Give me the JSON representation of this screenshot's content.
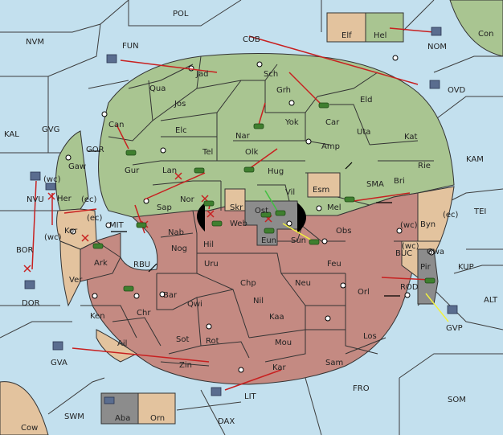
{
  "colors": {
    "sea": "#c3e0ee",
    "north_land": "#a9c591",
    "south_land": "#c48a82",
    "neutral_land": "#e3c39e",
    "dark_land": "#8c8c8c",
    "order_arrow": "#c82020",
    "support_arrow_green": "#40c040",
    "support_arrow_yellow": "#f0f040",
    "army_green": "#3f7f2f",
    "fleet_blue": "#5a6d8f"
  },
  "labels": {
    "POL": "POL",
    "COB": "COB",
    "NVM": "NVM",
    "FUN": "FUN",
    "KAL": "KAL",
    "GVG": "GVG",
    "GOR": "GOR",
    "NOM": "NOM",
    "OVD": "OVD",
    "Con": "Con",
    "Elf": "Elf",
    "Hel": "Hel",
    "Jad": "Jad",
    "Sch": "Sch",
    "Qua": "Qua",
    "Jos": "Jos",
    "Grh": "Grh",
    "Eld": "Eld",
    "Can": "Can",
    "Elc": "Elc",
    "Nar": "Nar",
    "Yok": "Yok",
    "Car": "Car",
    "Uta": "Uta",
    "Kat": "Kat",
    "Gur": "Gur",
    "Tel": "Tel",
    "Olk": "Olk",
    "Amp": "Amp",
    "Rie": "Rie",
    "KAM": "KAM",
    "Gaw": "Gaw",
    "Lan": "Lan",
    "Hug": "Hug",
    "Bri": "Bri",
    "Esm": "Esm",
    "SMA": "SMA",
    "Her": "Her",
    "Nor": "Nor",
    "Vil": "Vil",
    "Skr": "Skr",
    "Mel": "Mel",
    "Sap": "Sap",
    "Ost": "Ost",
    "Web": "Web",
    "Byn": "Byn",
    "TEI": "TEI",
    "MIT": "MIT",
    "Kor": "Kor",
    "Nab": "Nab",
    "Eun": "Eun",
    "Sun": "Sun",
    "Obs": "Obs",
    "BOR": "BOR",
    "Hil": "Hil",
    "Gwa": "Gwa",
    "KUP": "KUP",
    "Ark": "Ark",
    "Nog": "Nog",
    "Uru": "Uru",
    "Feu": "Feu",
    "BUC": "BUC",
    "Pir": "Pir",
    "RBU": "RBU",
    "Ver": "Ver",
    "Chp": "Chp",
    "Neu": "Neu",
    "Orl": "Orl",
    "ROD": "ROD",
    "ALT": "ALT",
    "DOR": "DOR",
    "Bar": "Bar",
    "Qwi": "Qwi",
    "Nil": "Nil",
    "Ken": "Ken",
    "Chr": "Chr",
    "Kaa": "Kaa",
    "GVP": "GVP",
    "Sot": "Sot",
    "Rot": "Rot",
    "Mou": "Mou",
    "Los": "Los",
    "Ail": "Ail",
    "GVA": "GVA",
    "Zin": "Zin",
    "Sam": "Sam",
    "Kar": "Kar",
    "FRO": "FRO",
    "SOM": "SOM",
    "LIT": "LIT",
    "Aba": "Aba",
    "Orn": "Orn",
    "SWM": "SWM",
    "DAX": "DAX",
    "Cow": "Cow",
    "nvu": "NVU",
    "wc1": "(wc)",
    "ec1": "(ec)",
    "ec2": "(ec)",
    "wc2": "(wc)",
    "wc3": "(wc)",
    "wc4": "(wc)",
    "ec3": "(ec)"
  }
}
